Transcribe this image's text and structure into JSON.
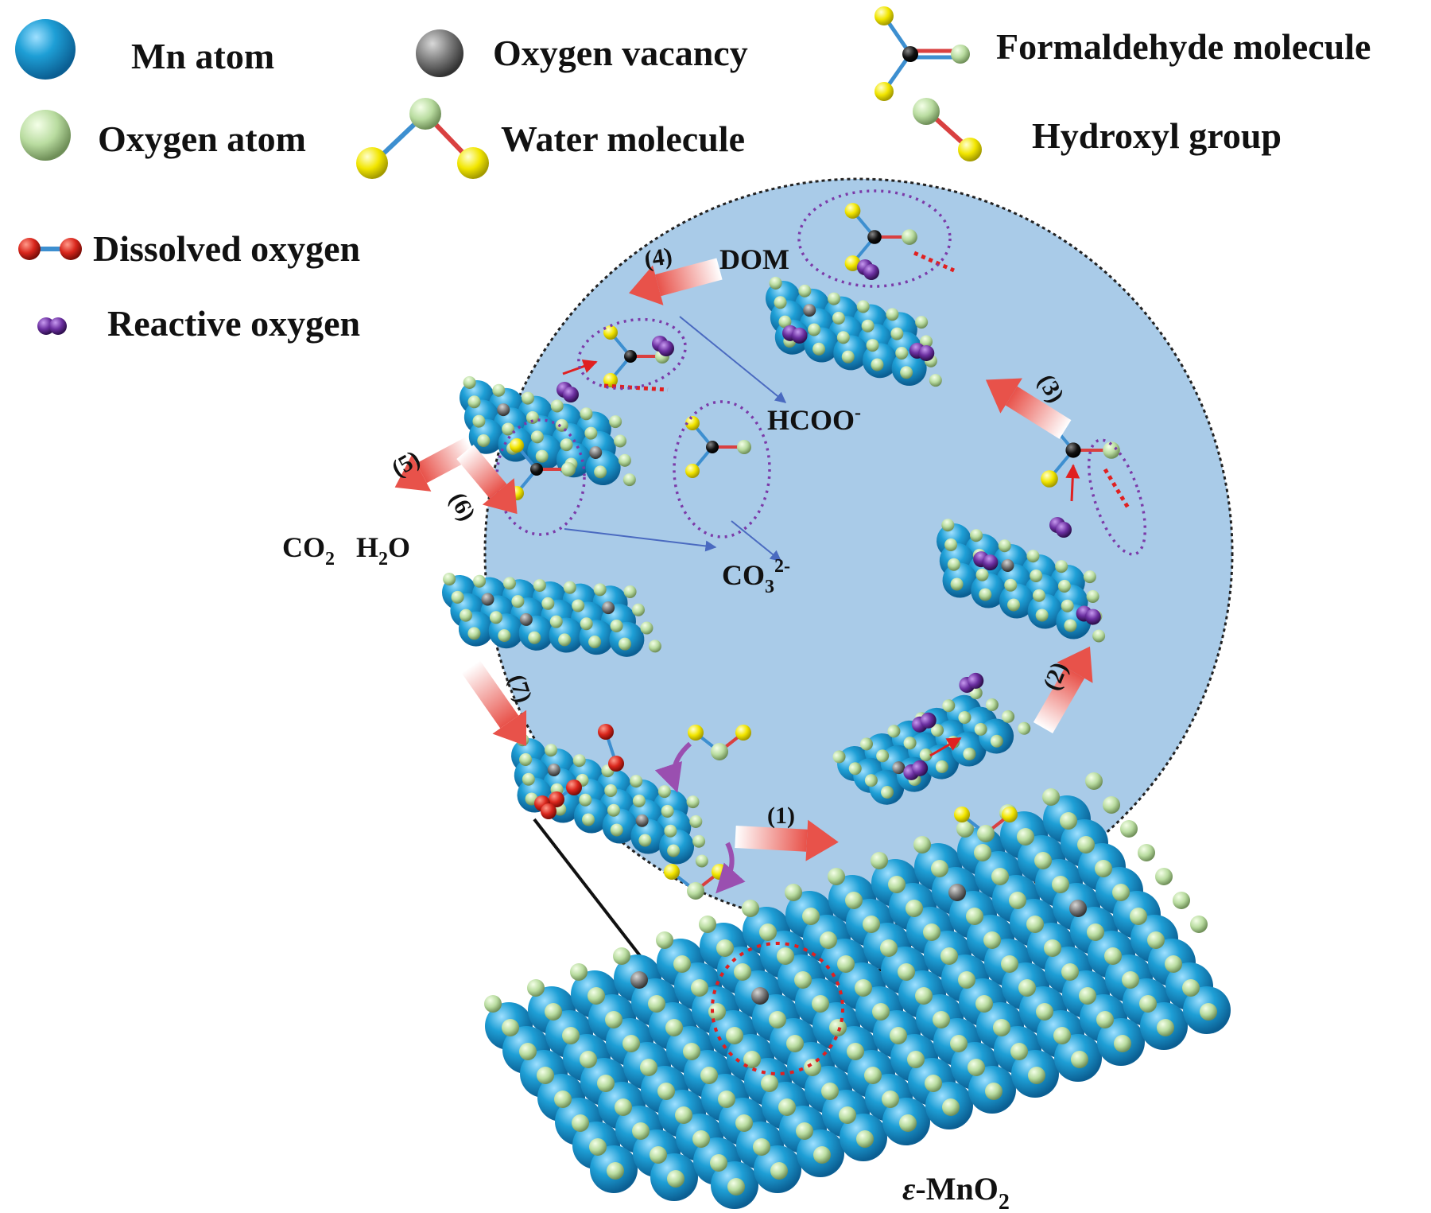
{
  "legend": {
    "mn_atom": "Mn atom",
    "oxygen_vacancy": "Oxygen vacancy",
    "formaldehyde": "Formaldehyde molecule",
    "oxygen_atom": "Oxygen atom",
    "water": "Water molecule",
    "hydroxyl": "Hydroxyl group",
    "dissolved_oxygen": "Dissolved oxygen",
    "reactive_oxygen": "Reactive oxygen"
  },
  "steps": {
    "s1": "(1)",
    "s2": "(2)",
    "s3": "(3)",
    "s4": "(4)",
    "s5": "(5)",
    "s6": "(6)",
    "s7": "(7)"
  },
  "labels": {
    "dom": "DOM",
    "hcoo": "HCOO",
    "hcoo_sup": "-",
    "co2": "CO",
    "co2_sub": "2",
    "h2o_h": "H",
    "h2o_sub": "2",
    "h2o_o": "O",
    "co3": "CO",
    "co3_sub": "3",
    "co3_sup": "2-",
    "substrate_prefix": "ε",
    "substrate_main": "-MnO",
    "substrate_sub": "2"
  },
  "colors": {
    "mn": "#1e9fd6",
    "oxygen": "#b9dca0",
    "vacancy": "#7a7a7a",
    "hydrogen": "#f2e600",
    "carbon": "#111111",
    "dissolved_oxygen": "#d9261c",
    "reactive_oxygen": "#6b2fa0",
    "circle_bg": "#a9cbe8",
    "arrow": "#e8524a"
  }
}
